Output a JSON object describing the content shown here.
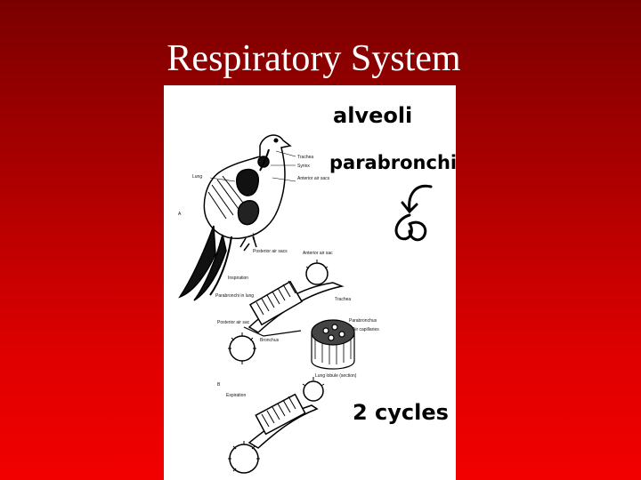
{
  "slide": {
    "title": "Respiratory System"
  },
  "figure": {
    "diagram_labels": {
      "trachea": "Trachea",
      "syrinx": "Syrinx",
      "anterior_air_sacs": "Anterior air sacs",
      "lung": "Lung",
      "panel_a": "A",
      "posterior_air_sacs": "Posterior air sacs",
      "inspiration": "Inspiration",
      "anterior_air_sac": "Anterior air sac",
      "parabronchi_in_lung": "Parabronchi in lung",
      "trachea_2": "Trachea",
      "posterior_air_sac": "Posterior air sac",
      "parabronchus": "Parabronchus",
      "air_capillaries": "Air capillaries",
      "bronchus": "Bronchus",
      "lung_lobule": "Lung lobule (section)",
      "panel_b": "B",
      "expiration": "Expiration"
    },
    "handwritten": {
      "word1": "alveoli",
      "word2": "parabronchi",
      "note": "2 cycles"
    }
  }
}
